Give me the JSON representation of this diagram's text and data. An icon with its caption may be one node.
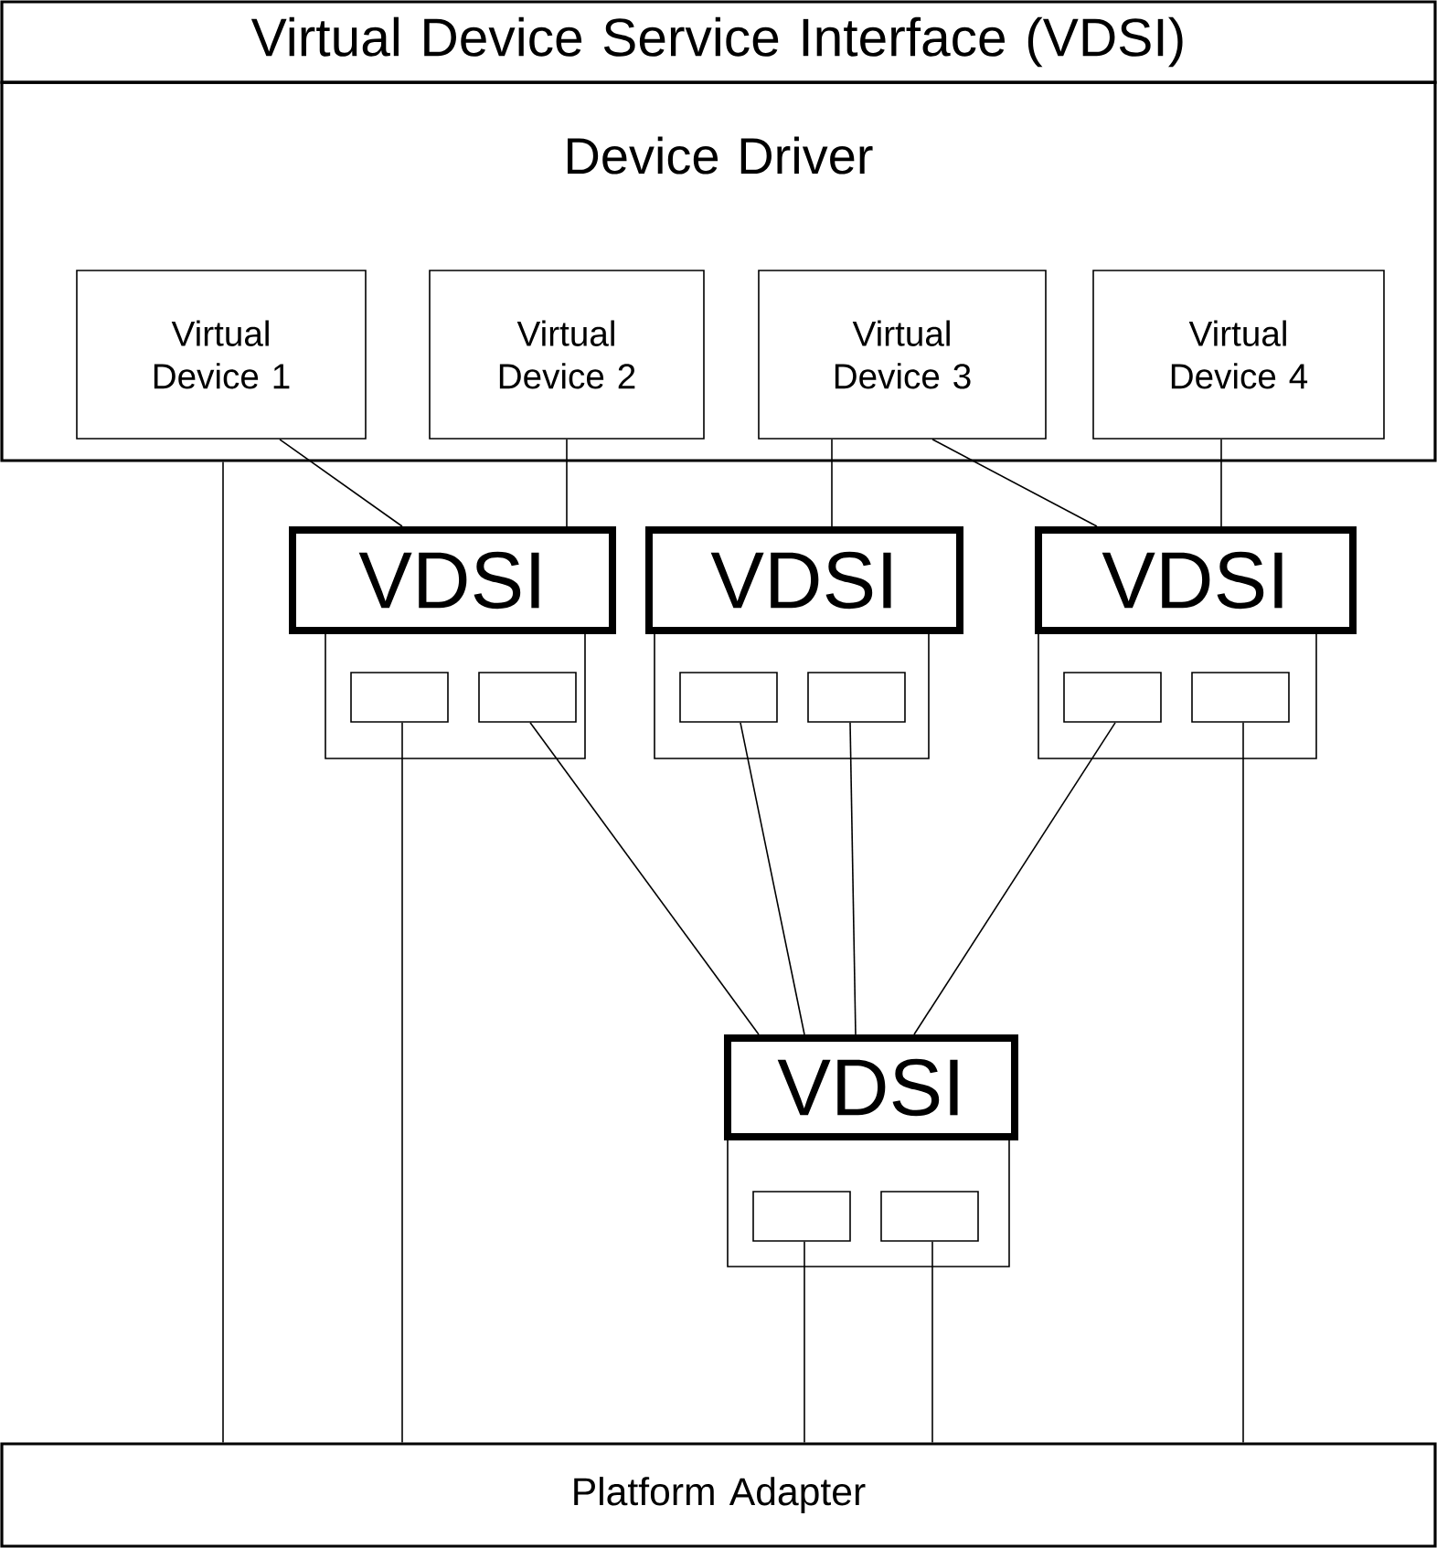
{
  "diagram": {
    "nodes": [
      {
        "text": [
          "Virtual Device Service Interface (VDSI)"
        ]
      },
      {
        "text": [
          "Device Driver"
        ]
      },
      {
        "text": [
          "Virtual Device 1"
        ],
        "in": 1
      },
      {
        "text": [
          "Virtual Device 2"
        ],
        "in": 1
      },
      {
        "text": [
          "Virtual Device 3"
        ],
        "in": 1
      },
      {
        "text": [
          "Virtual Device 4"
        ],
        "in": 1
      },
      {
        "text": [
          "VDSI"
        ]
      },
      {
        "text": [],
        "shape": "box"
      },
      {
        "text": [],
        "shape": "box",
        "in": 7
      },
      {
        "text": [],
        "shape": "box",
        "in": 7
      },
      {
        "text": [
          "VDSI"
        ]
      },
      {
        "text": [],
        "shape": "box"
      },
      {
        "text": [],
        "shape": "box",
        "in": 11
      },
      {
        "text": [],
        "shape": "box",
        "in": 11
      },
      {
        "text": [
          "VDSI"
        ]
      },
      {
        "text": [],
        "shape": "box"
      },
      {
        "text": [],
        "shape": "box",
        "in": 15
      },
      {
        "text": [],
        "shape": "box",
        "in": 15
      },
      {
        "text": [
          "VDSI"
        ]
      },
      {
        "text": [],
        "shape": "box"
      },
      {
        "text": [],
        "shape": "box",
        "in": 19
      },
      {
        "text": [],
        "shape": "box",
        "in": 19
      },
      {
        "text": [
          "Platform Adapter"
        ]
      }
    ],
    "edges": [
      {
        "from": 2,
        "to": 6,
        "arrow": "none"
      },
      {
        "from": 3,
        "to": 6,
        "arrow": "none"
      },
      {
        "from": 4,
        "to": 10,
        "arrow": "none"
      },
      {
        "from": 4,
        "to": 14,
        "arrow": "none"
      },
      {
        "from": 5,
        "to": 14,
        "arrow": "none"
      },
      {
        "from": 1,
        "to": 22,
        "arrow": "none"
      },
      {
        "from": 8,
        "to": 22,
        "arrow": "none"
      },
      {
        "from": 9,
        "to": 18,
        "arrow": "none"
      },
      {
        "from": 12,
        "to": 18,
        "arrow": "none"
      },
      {
        "from": 13,
        "to": 18,
        "arrow": "none"
      },
      {
        "from": 16,
        "to": 18,
        "arrow": "none"
      },
      {
        "from": 17,
        "to": 22,
        "arrow": "none"
      },
      {
        "from": 20,
        "to": 22,
        "arrow": "none"
      },
      {
        "from": 21,
        "to": 22,
        "arrow": "none"
      }
    ]
  }
}
